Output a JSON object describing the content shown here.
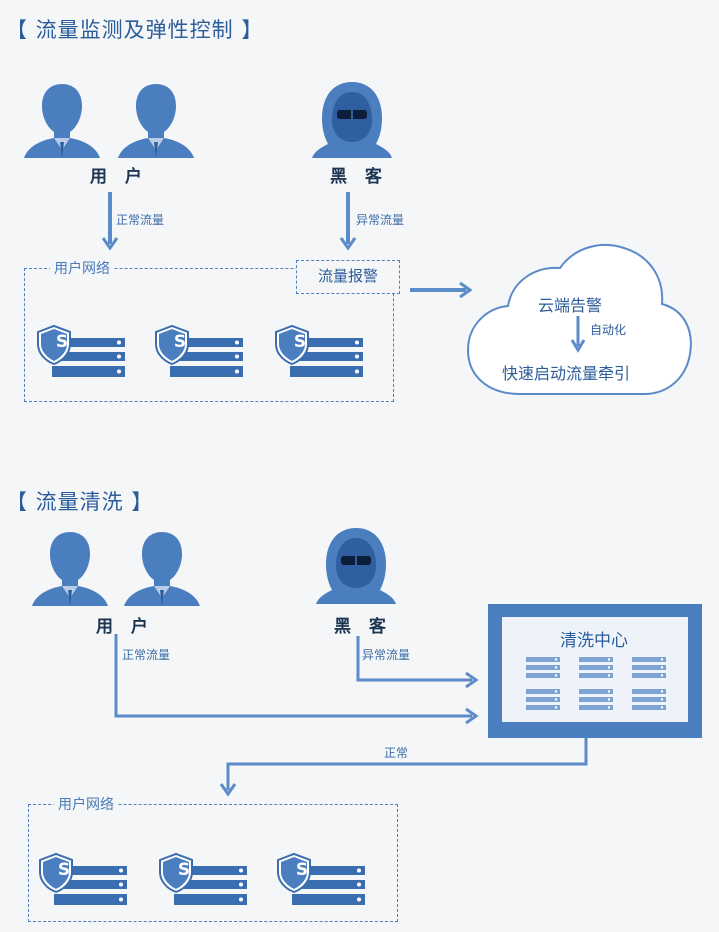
{
  "section1": {
    "title": "【 流量监测及弹性控制 】",
    "user_label": "用 户",
    "hacker_label": "黑 客",
    "normal_flow": "正常流量",
    "abnormal_flow": "异常流量",
    "network_label": "用户网络",
    "alert_label": "流量报警",
    "cloud": {
      "alert": "云端告警",
      "auto": "自动化",
      "action": "快速启动流量牵引"
    }
  },
  "section2": {
    "title": "【 流量清洗 】",
    "user_label": "用 户",
    "hacker_label": "黑 客",
    "normal_flow": "正常流量",
    "abnormal_flow": "异常流量",
    "center_label": "清洗中心",
    "return_flow": "正常",
    "network_label": "用户网络"
  },
  "server_shield_glyph": "S",
  "colors": {
    "primary": "#4a7ebf",
    "dark_blue": "#3b6eb0",
    "line": "#5b8bc8",
    "background": "#f5f6f8"
  },
  "icons": [
    "user-icon",
    "hacker-icon",
    "shield-server-icon",
    "cloud-icon",
    "monitor-icon"
  ]
}
